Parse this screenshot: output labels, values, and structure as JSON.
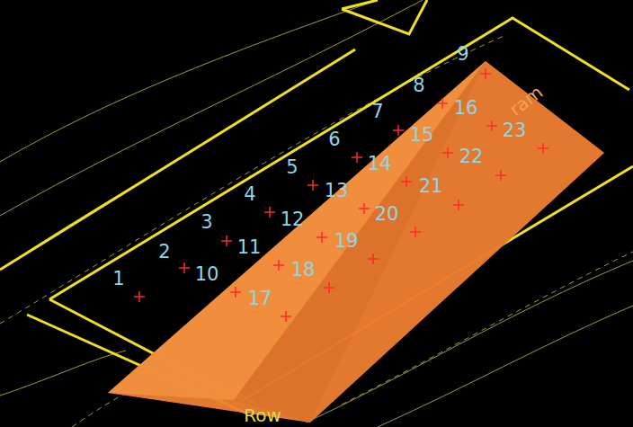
{
  "diagram": {
    "labels": [
      "1",
      "2",
      "3",
      "4",
      "5",
      "6",
      "7",
      "8",
      "9",
      "10",
      "11",
      "12",
      "13",
      "14",
      "15",
      "16",
      "17",
      "18",
      "19",
      "20",
      "21",
      "22",
      "23",
      "ram",
      "Row"
    ]
  }
}
